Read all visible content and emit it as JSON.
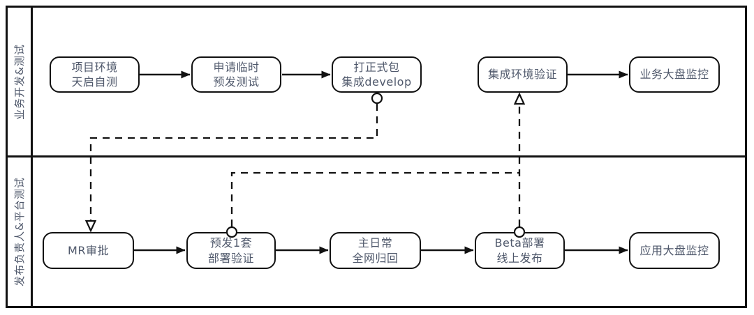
{
  "diagram": {
    "type": "swimlane-flowchart",
    "colors": {
      "border": "#111111",
      "text": "#4f586b",
      "background": "#ffffff"
    },
    "lanes": [
      {
        "label": "业务开发&测试",
        "nodes": [
          {
            "id": "project-env-self-test",
            "label": "项目环境\n天启自测"
          },
          {
            "id": "apply-temp-staging-test",
            "label": "申请临时\n预发测试"
          },
          {
            "id": "build-release-integrate-develop",
            "label": "打正式包\n集成develop"
          },
          {
            "id": "integration-env-verify",
            "label": "集成环境验证"
          },
          {
            "id": "business-dashboard-monitor",
            "label": "业务大盘监控"
          }
        ]
      },
      {
        "label": "发布负责人&平台测试",
        "nodes": [
          {
            "id": "mr-approval",
            "label": "MR审批"
          },
          {
            "id": "staging-deploy-verify",
            "label": "预发1套\n部署验证"
          },
          {
            "id": "main-daily-full-regression",
            "label": "主日常\n全网归回"
          },
          {
            "id": "beta-deploy-online-release",
            "label": "Beta部署\n线上发布"
          },
          {
            "id": "app-dashboard-monitor",
            "label": "应用大盘监控"
          }
        ]
      }
    ],
    "edges": [
      {
        "from": "project-env-self-test",
        "to": "apply-temp-staging-test",
        "style": "solid-arrow"
      },
      {
        "from": "apply-temp-staging-test",
        "to": "build-release-integrate-develop",
        "style": "solid-arrow"
      },
      {
        "from": "integration-env-verify",
        "to": "business-dashboard-monitor",
        "style": "solid-arrow"
      },
      {
        "from": "mr-approval",
        "to": "staging-deploy-verify",
        "style": "solid-arrow"
      },
      {
        "from": "staging-deploy-verify",
        "to": "main-daily-full-regression",
        "style": "solid-arrow"
      },
      {
        "from": "main-daily-full-regression",
        "to": "beta-deploy-online-release",
        "style": "solid-arrow"
      },
      {
        "from": "beta-deploy-online-release",
        "to": "app-dashboard-monitor",
        "style": "solid-arrow"
      },
      {
        "from": "build-release-integrate-develop",
        "to": "mr-approval",
        "style": "dashed-circle-start-open-arrow-end"
      },
      {
        "from": "staging-deploy-verify",
        "to": "integration-env-verify",
        "style": "dashed-circle-start-open-arrow-end"
      },
      {
        "from": "beta-deploy-online-release",
        "to": "integration-env-verify",
        "style": "dashed-circle-start-open-arrow-end"
      }
    ]
  }
}
